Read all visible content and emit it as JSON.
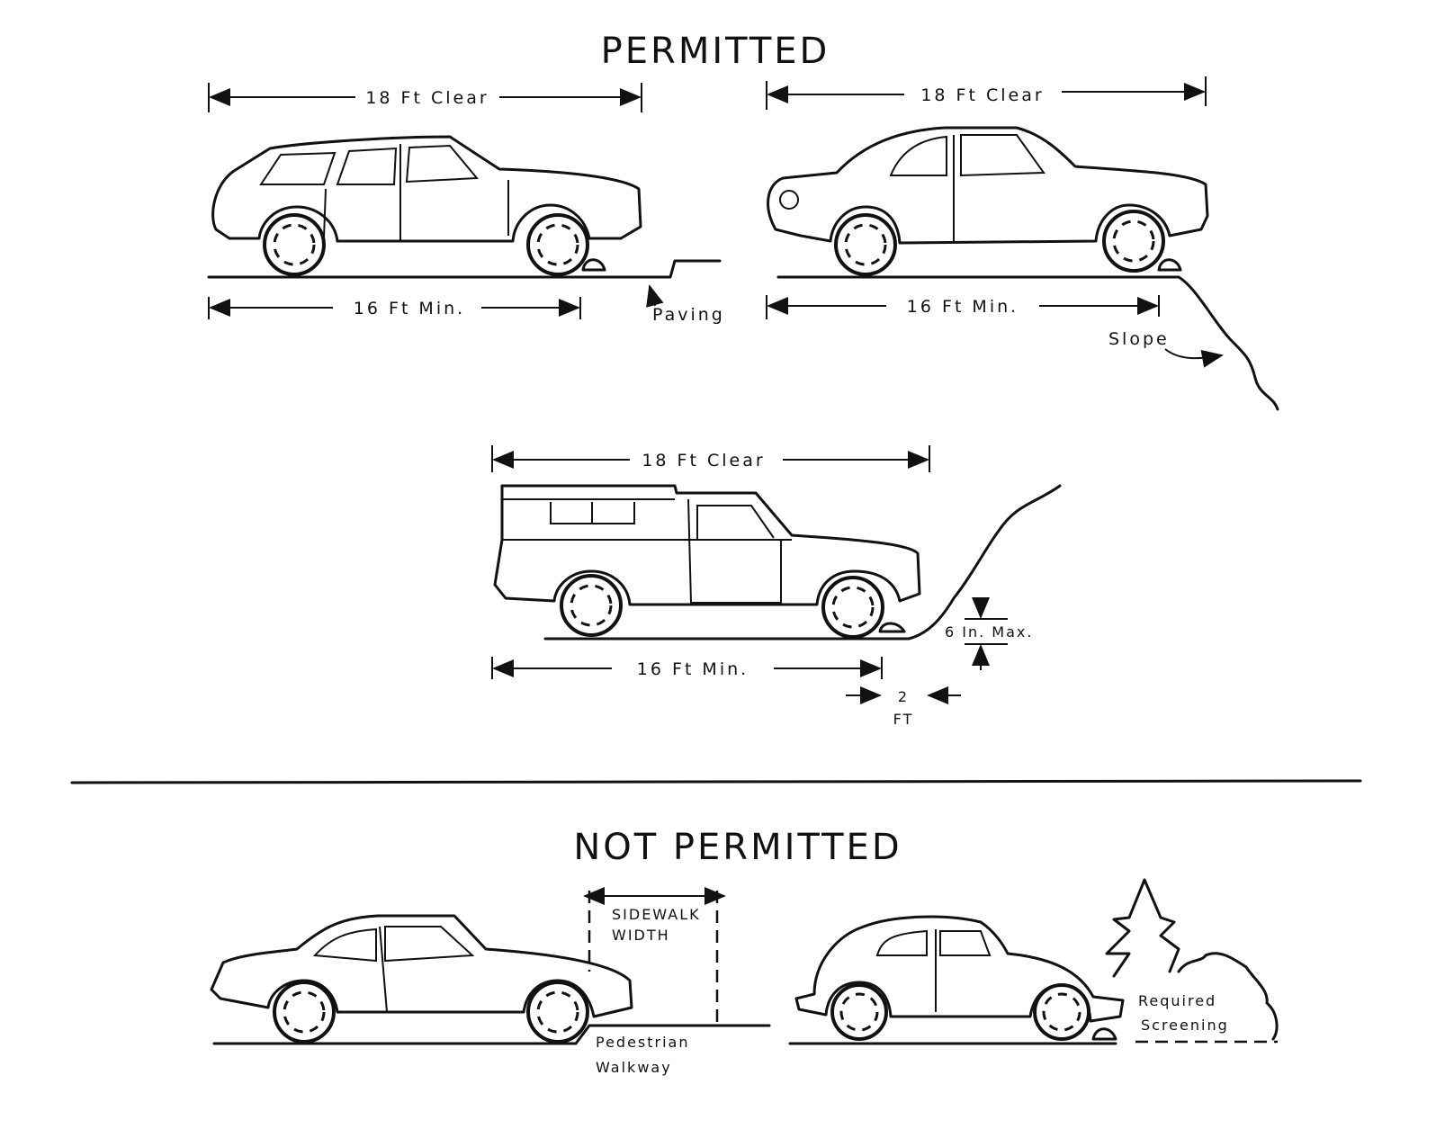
{
  "permitted": {
    "title": "PERMITTED",
    "example1": {
      "clear": "18 Ft Clear",
      "min": "16 Ft Min.",
      "note": "Paving"
    },
    "example2": {
      "clear": "18 Ft Clear",
      "min": "16 Ft Min.",
      "note": "Slope"
    },
    "example3": {
      "clear": "18 Ft Clear",
      "min": "16 Ft Min.",
      "height": "6 In. Max.",
      "gap_value": "2",
      "gap_unit": "FT"
    }
  },
  "not_permitted": {
    "title": "NOT PERMITTED",
    "example1": {
      "sidewalk_line1": "SIDEWALK",
      "sidewalk_line2": "WIDTH",
      "walk_line1": "Pedestrian",
      "walk_line2": "Walkway"
    },
    "example2": {
      "screen_line1": "Required",
      "screen_line2": "Screening"
    }
  }
}
